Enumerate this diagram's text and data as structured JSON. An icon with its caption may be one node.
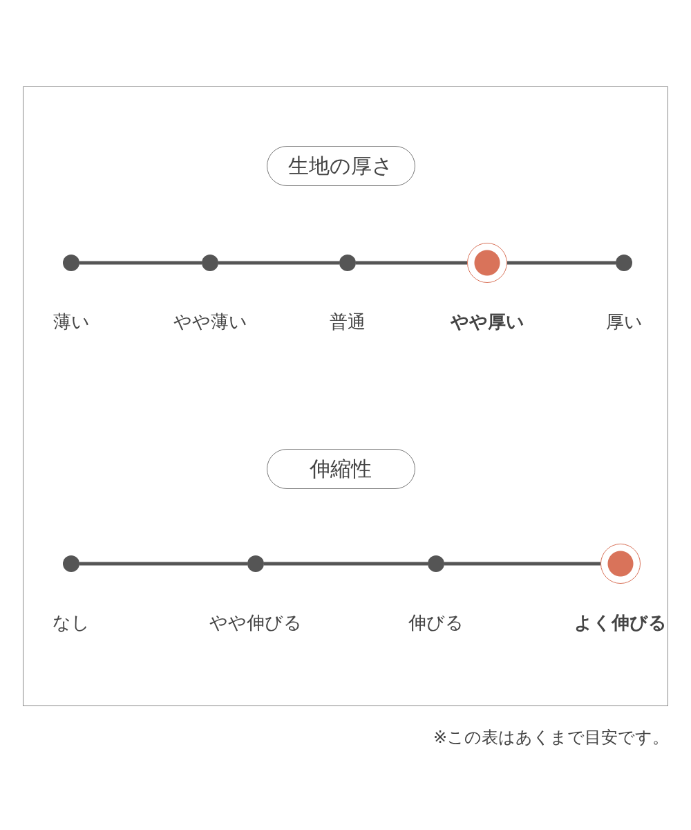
{
  "diagram": {
    "caption": "※この表はあくまで目安です。",
    "nodes": [
      {
        "text": [
          "生地の厚さ"
        ]
      },
      {
        "text": [],
        "shape": "circle",
        "beside": [
          "薄い"
        ]
      },
      {
        "text": [],
        "shape": "circle",
        "beside": [
          "やや薄い"
        ]
      },
      {
        "text": [],
        "shape": "circle",
        "beside": [
          "普通"
        ]
      },
      {
        "text": [],
        "shape": "target",
        "beside": [
          "やや厚い"
        ]
      },
      {
        "text": [],
        "shape": "circle",
        "beside": [
          "厚い"
        ]
      },
      {
        "text": [
          "伸縮性"
        ]
      },
      {
        "text": [],
        "shape": "circle",
        "beside": [
          "なし"
        ]
      },
      {
        "text": [],
        "shape": "circle",
        "beside": [
          "やや伸びる"
        ]
      },
      {
        "text": [],
        "shape": "circle",
        "beside": [
          "伸びる"
        ]
      },
      {
        "text": [],
        "shape": "target",
        "beside": [
          "よく伸びる"
        ]
      }
    ],
    "edges": [
      {
        "from": 1,
        "to": 2,
        "arrow": "none"
      },
      {
        "from": 2,
        "to": 3,
        "arrow": "none"
      },
      {
        "from": 3,
        "to": 4,
        "arrow": "none"
      },
      {
        "from": 4,
        "to": 5,
        "arrow": "none"
      },
      {
        "from": 7,
        "to": 8,
        "arrow": "none"
      },
      {
        "from": 8,
        "to": 9,
        "arrow": "none"
      },
      {
        "from": 9,
        "to": 10,
        "arrow": "none"
      }
    ]
  }
}
